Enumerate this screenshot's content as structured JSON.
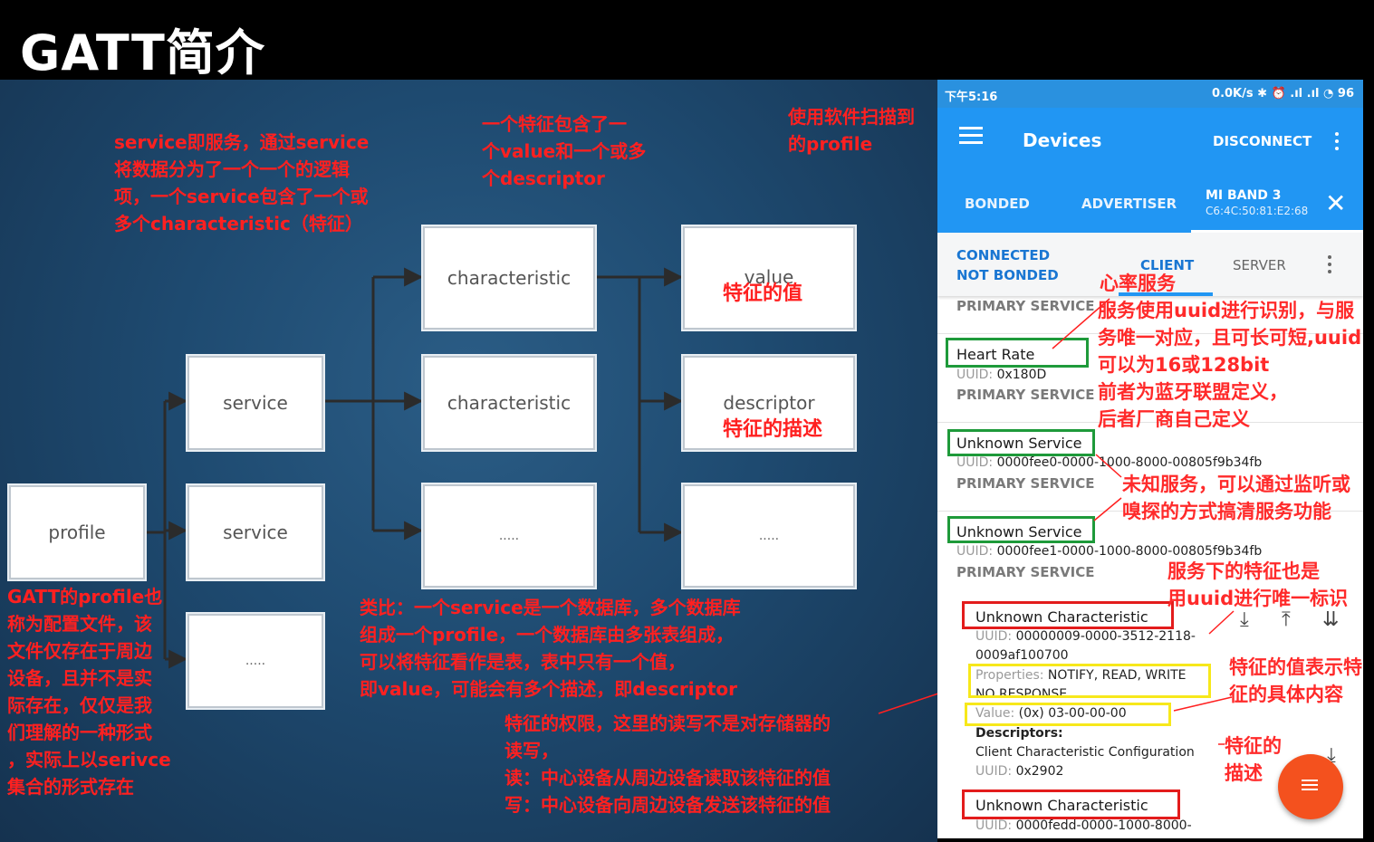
{
  "slide_title": "GATT简介",
  "diagram": {
    "boxes": {
      "profile": "profile",
      "service_1": "service",
      "service_2": "service",
      "service_3": ".....",
      "characteristic_1": "characteristic",
      "characteristic_2": "characteristic",
      "characteristic_3": ".....",
      "value": "value",
      "descriptor": "descriptor",
      "descriptor_3": "....."
    },
    "notes": {
      "service_note": "service即服务，通过service\n将数据分为了一个一个的逻辑\n项，一个service包含了一个或\n多个characteristic（特征）",
      "characteristic_note": "一个特征包含了一\n个value和一个或多\n个descriptor",
      "profile_scan_note": "使用软件扫描到\n的profile",
      "value_note": "特征的值",
      "descriptor_note": "特征的描述",
      "profile_note": "GATT的profile也\n称为配置文件，该\n文件仅存在于周边\n设备，且并不是实\n际存在，仅仅是我\n们理解的一种形式\n，实际上以serivce\n集合的形式存在",
      "analogy_note": "类比：一个service是一个数据库，多个数据库\n组成一个profile，一个数据库由多张表组成，\n可以将特征看作是表，表中只有一个值，\n即value，可能会有多个描述，即descriptor",
      "permission_note": "特征的权限，这里的读写不是对存储器的\n读写，\n读：中心设备从周边设备读取该特征的值\n写：中心设备向周边设备发送该特征的值"
    }
  },
  "phone": {
    "status_time": "下午5:16",
    "status_right": "0.0K/s ✱ ⏰ .ıl .ıl ◔ 96",
    "app_title": "Devices",
    "disconnect": "DISCONNECT",
    "tabs": [
      "BONDED",
      "ADVERTISER"
    ],
    "device_name": "MI BAND 3",
    "device_mac": "C6:4C:50:81:E2:68",
    "close": "✕",
    "state1": "CONNECTED",
    "state2": "NOT BONDED",
    "tab_client": "CLIENT",
    "tab_server": "SERVER",
    "services": [
      {
        "type": "PRIMARY SERVICE"
      },
      {
        "name": "Heart Rate",
        "uuid_label": "UUID:",
        "uuid": "0x180D",
        "type": "PRIMARY SERVICE"
      },
      {
        "name": "Unknown Service",
        "uuid_label": "UUID:",
        "uuid": "0000fee0-0000-1000-8000-00805f9b34fb",
        "type": "PRIMARY SERVICE"
      },
      {
        "name": "Unknown Service",
        "uuid_label": "UUID:",
        "uuid": "0000fee1-0000-1000-8000-00805f9b34fb",
        "type": "PRIMARY SERVICE"
      }
    ],
    "characteristic": {
      "name": "Unknown Characteristic",
      "uuid_label": "UUID:",
      "uuid_line1": "00000009-0000-3512-2118-",
      "uuid_line2": "0009af100700",
      "props_label": "Properties:",
      "props": "NOTIFY, READ, WRITE",
      "props_line2": "NO RESPONSE",
      "value_label": "Value:",
      "value": "(0x) 03-00-00-00",
      "descriptors_label": "Descriptors:",
      "descriptor_name": "Client Characteristic Configuration",
      "descriptor_uuid_label": "UUID:",
      "descriptor_uuid": "0x2902"
    },
    "characteristic2": {
      "name": "Unknown Characteristic",
      "uuid_label": "UUID:",
      "uuid": "0000fedd-0000-1000-8000-"
    },
    "icons": [
      "download-icon",
      "upload-icon",
      "multi-download-icon"
    ]
  },
  "annotations": {
    "heart_rate": "心率服务",
    "uuid_note": "服务使用uuid进行识别，与服\n务唯一对应，且可长可短,uuid\n可以为16或128bit\n前者为蓝牙联盟定义，\n后者厂商自己定义",
    "unknown_service": "未知服务，可以通过监听或\n嗅探的方式搞清服务功能",
    "char_uuid": "服务下的特征也是\n用uuid进行唯一标识",
    "value_meaning": "特征的值表示特\n征的具体内容",
    "descriptor_meaning": "特征的\n描述"
  },
  "colors": {
    "primary": "#2196f3",
    "annotation": "#ff2020",
    "green_box": "#1e9a3a",
    "yellow_box": "#f7e81a",
    "fab": "#f4511e"
  }
}
